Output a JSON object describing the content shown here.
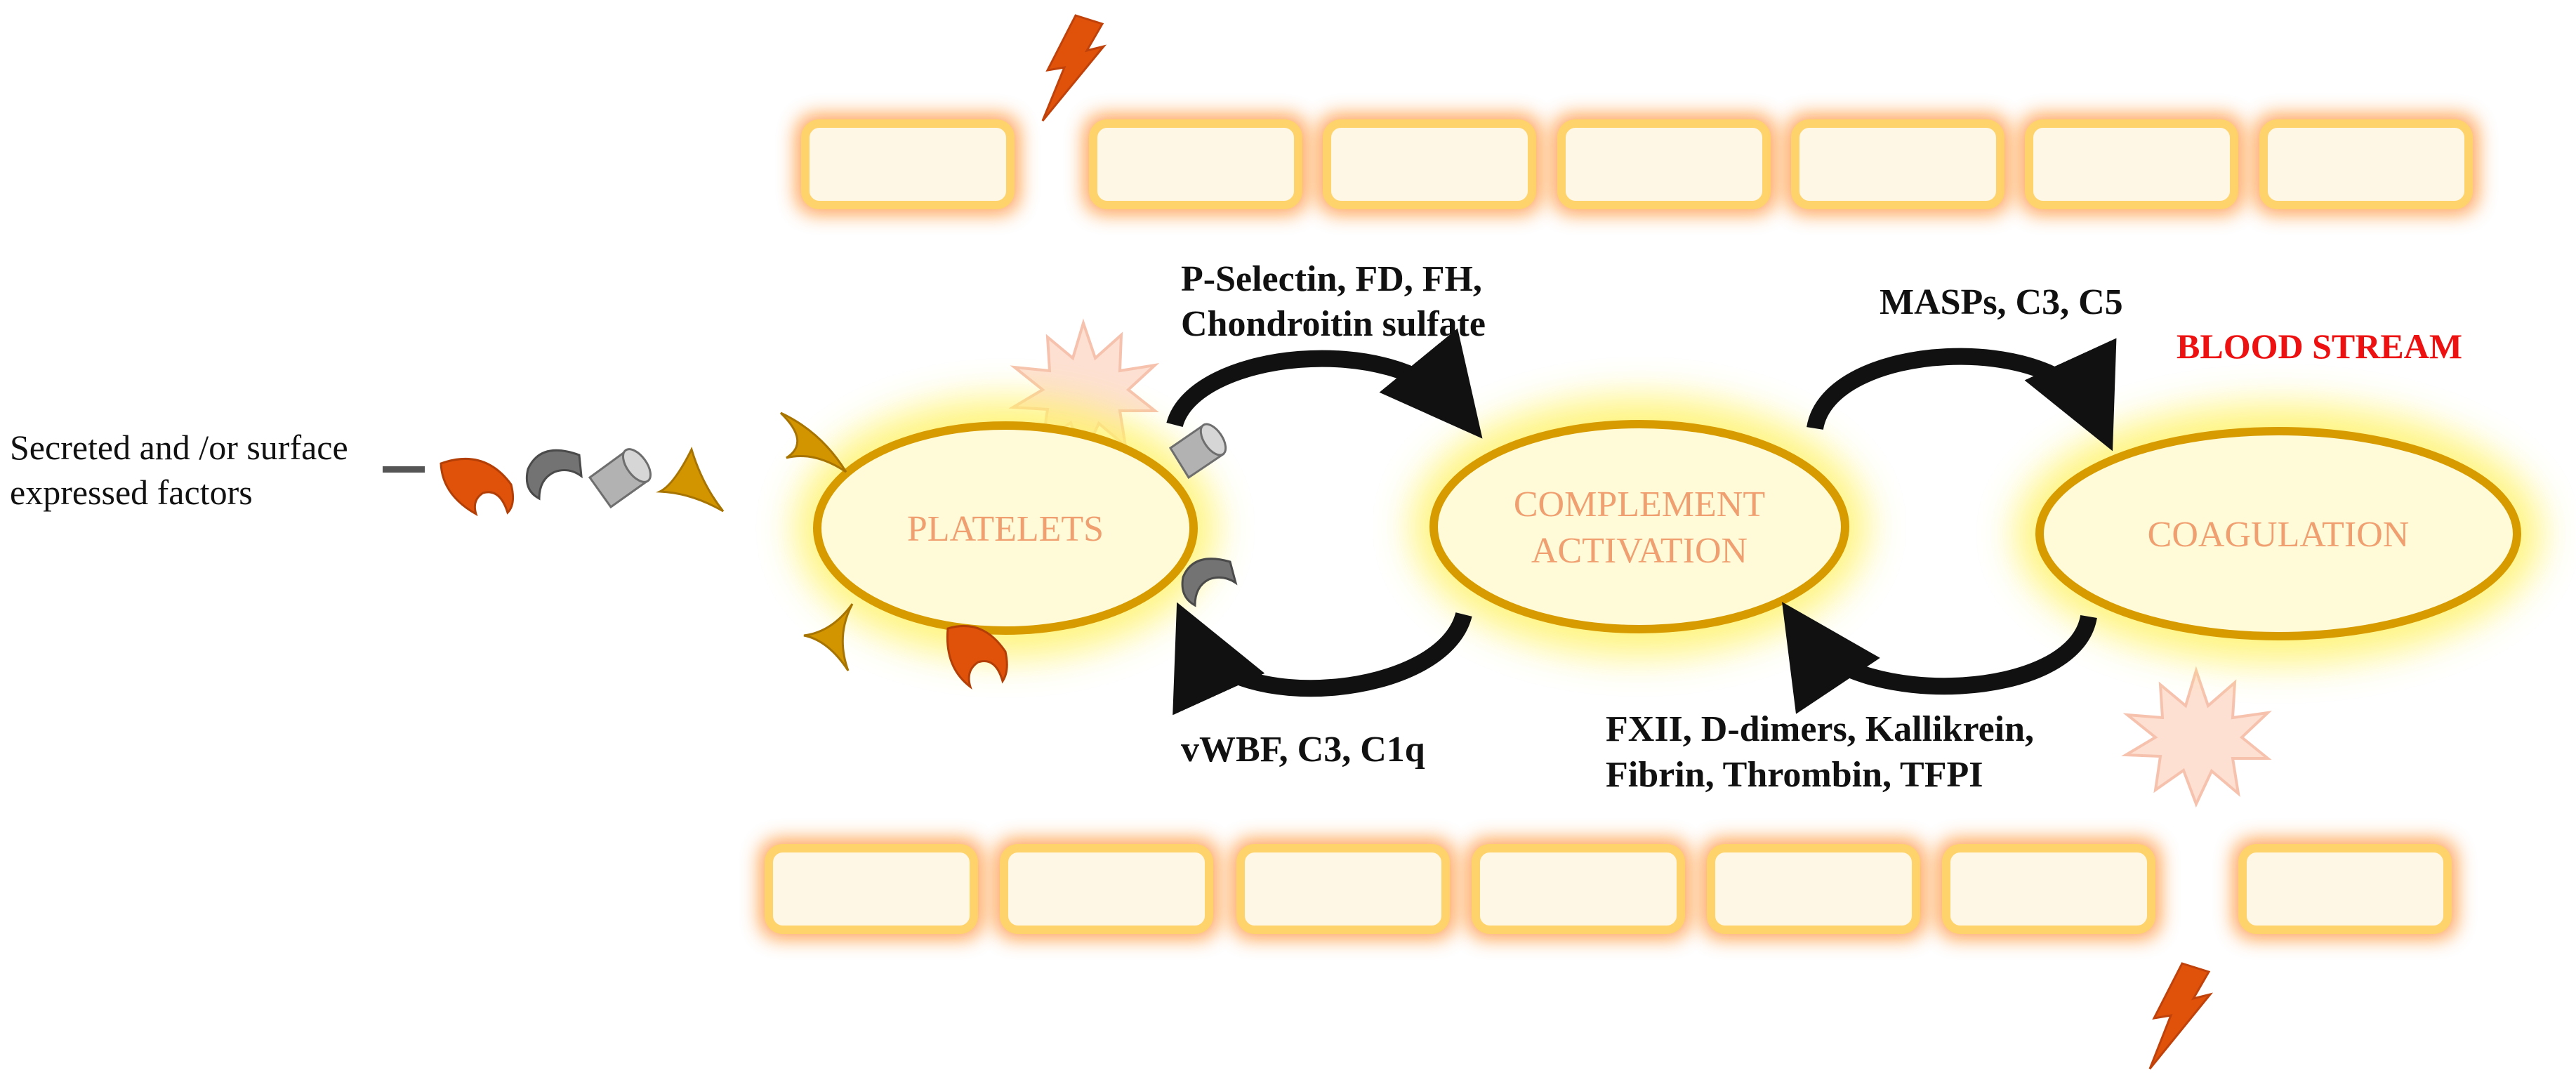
{
  "colors": {
    "cell_fill": "#fff7e6",
    "cell_stroke": "#ffd36b",
    "cell_glow": "#ff7a10",
    "node_stroke": "#d79b00",
    "node_fill": "#fffbd9",
    "node_glow": "#fff36a",
    "node_text": "#f0a070",
    "arrow": "#111111",
    "burst": "#fde0d2",
    "burst_stroke": "#f6c2ae",
    "lightning": "#e0520a",
    "receptor_orange": "#e0520a",
    "receptor_darkgray": "#737373",
    "receptor_lightgray": "#b2b2b2",
    "receptor_gold": "#d29500",
    "blood_stream": "#ee1111"
  },
  "nodes": {
    "platelets": "PLATELETS",
    "complement_line1": "COMPLEMENT",
    "complement_line2": "ACTIVATION",
    "coagulation": "COAGULATION"
  },
  "labels": {
    "platelets_to_complement_line1": "P-Selectin, FD, FH,",
    "platelets_to_complement_line2": "Chondroitin sulfate",
    "complement_to_platelets": "vWBF, C3, C1q",
    "complement_to_coagulation": "MASPs, C3, C5",
    "coagulation_to_complement_line1": "FXII,  D-dimers, Kallikrein,",
    "coagulation_to_complement_line2": "Fibrin, Thrombin, TFPI",
    "blood_stream": "BLOOD STREAM"
  },
  "legend": {
    "line1": "Secreted and /or surface",
    "line2": "expressed factors"
  },
  "icons": {
    "lightning": "lightning-bolt-icon",
    "burst": "starburst-icon",
    "receptors": [
      "crescent-receptor-icon",
      "hook-receptor-icon",
      "cylinder-receptor-icon",
      "v-receptor-icon"
    ]
  }
}
